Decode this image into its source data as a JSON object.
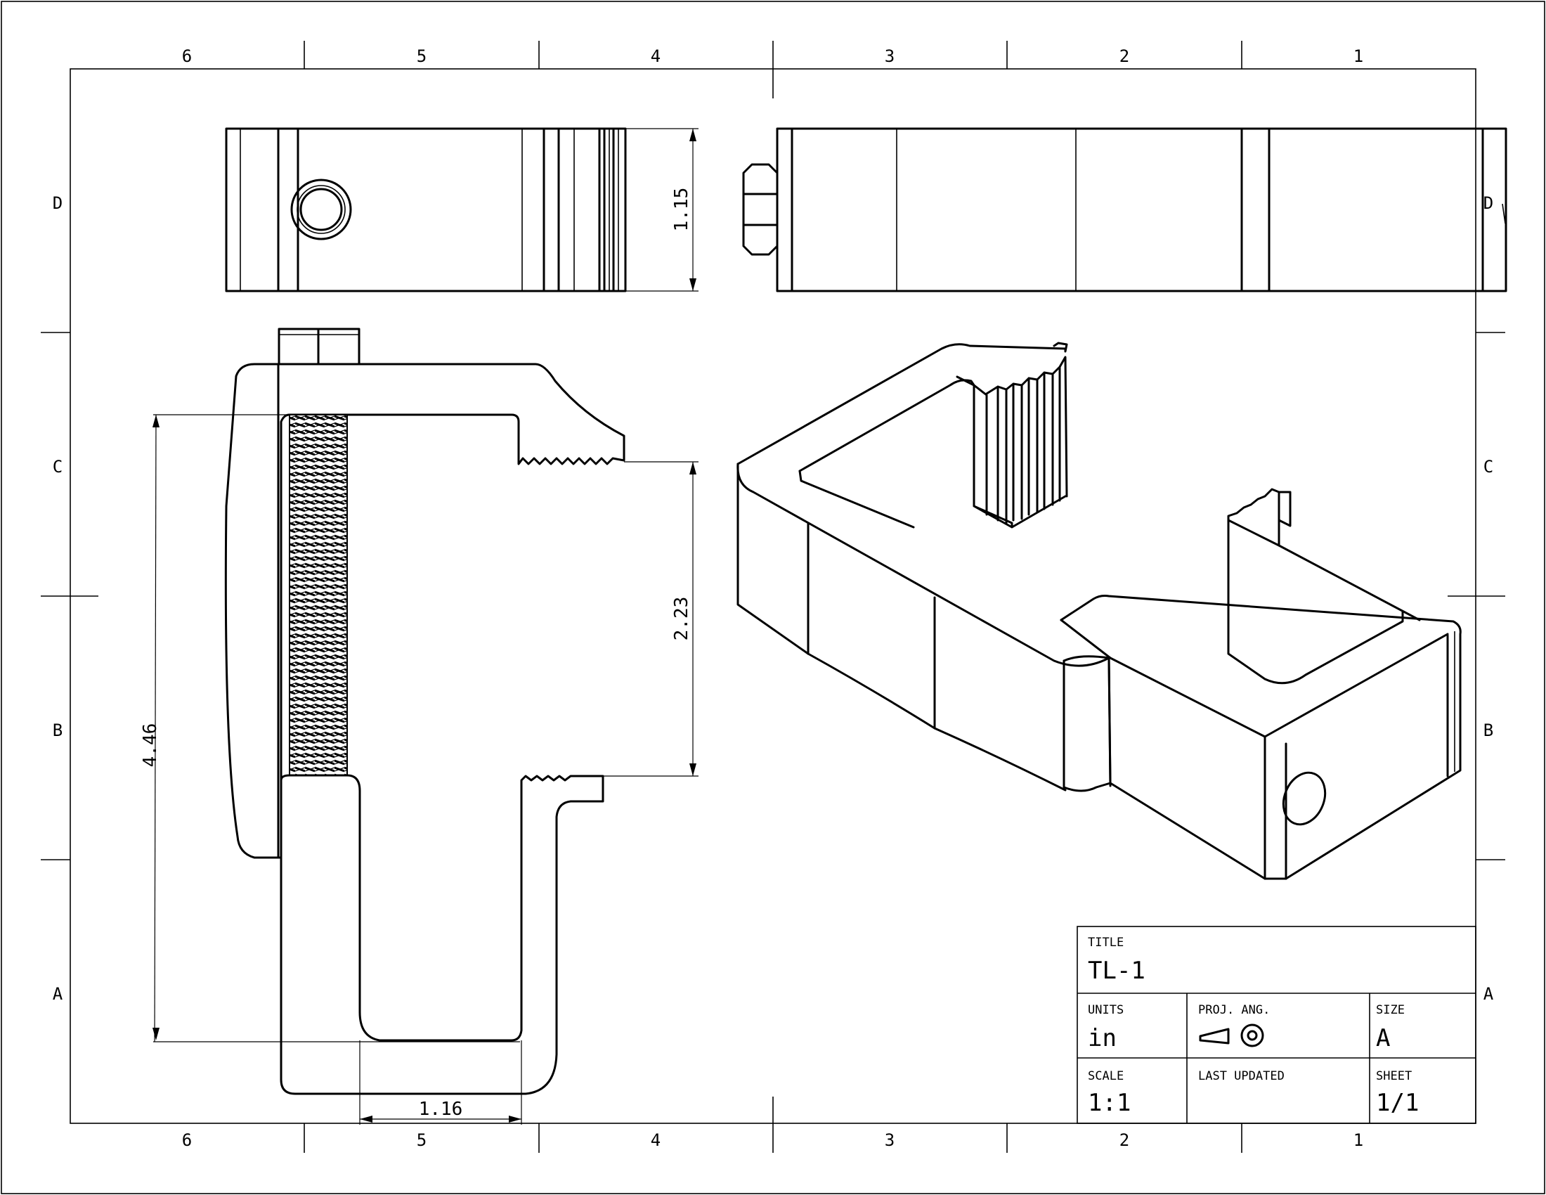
{
  "zones": {
    "columns": [
      "6",
      "5",
      "4",
      "3",
      "2",
      "1"
    ],
    "rows": [
      "D",
      "C",
      "B",
      "A"
    ]
  },
  "dimensions": {
    "width_top": "1.15",
    "gap": "2.23",
    "height": "4.46",
    "throat": "1.16"
  },
  "title_block": {
    "title_label": "TITLE",
    "title": "TL-1",
    "units_label": "UNITS",
    "units": "in",
    "projection_label": "PROJ. ANG.",
    "size_label": "SIZE",
    "size": "A",
    "scale_label": "SCALE",
    "scale": "1:1",
    "last_updated_label": "LAST UPDATED",
    "last_updated": "",
    "sheet_label": "SHEET",
    "sheet": "1/1"
  }
}
